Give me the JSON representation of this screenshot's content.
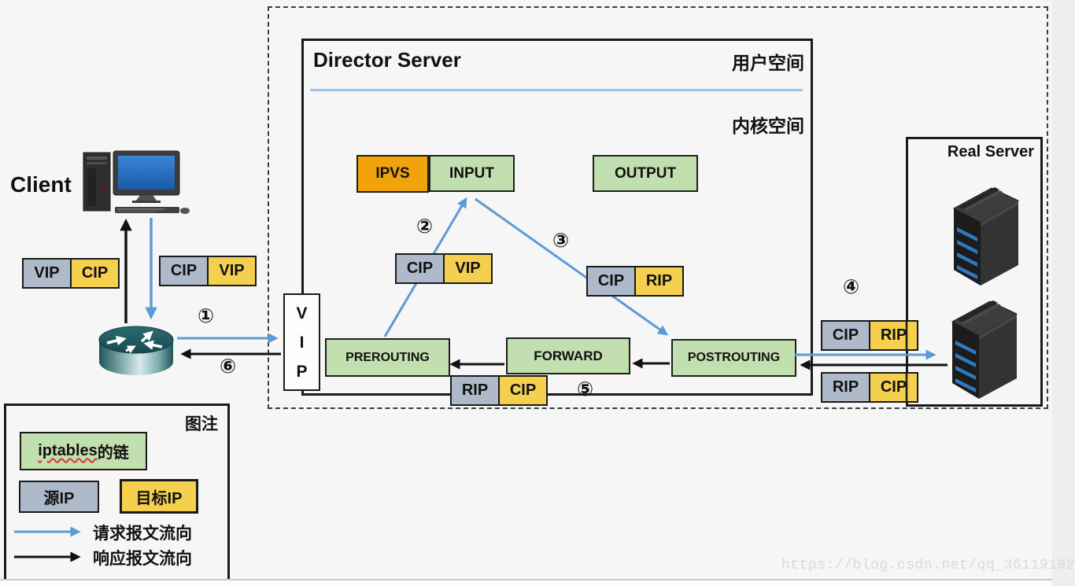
{
  "client": {
    "label": "Client"
  },
  "director": {
    "title": "Director Server",
    "user_space_label": "用户空间",
    "kernel_space_label": "内核空间",
    "vip": {
      "l1": "V",
      "l2": "I",
      "l3": "P"
    },
    "chains": {
      "ipvs": "IPVS",
      "input": "INPUT",
      "output": "OUTPUT",
      "prerouting": "PREROUTING",
      "forward": "FORWARD",
      "postrouting": "POSTROUTING"
    }
  },
  "real_server": {
    "title": "Real Server"
  },
  "packets": {
    "client_response": {
      "src": "VIP",
      "dst": "CIP"
    },
    "client_request": {
      "src": "CIP",
      "dst": "VIP"
    },
    "prerouting_to_input": {
      "src": "CIP",
      "dst": "VIP"
    },
    "input_to_postrouting": {
      "src": "CIP",
      "dst": "RIP"
    },
    "director_response": {
      "src": "RIP",
      "dst": "CIP"
    },
    "to_real_server": {
      "src": "CIP",
      "dst": "RIP"
    },
    "from_real_server": {
      "src": "RIP",
      "dst": "CIP"
    }
  },
  "steps": {
    "s1": "①",
    "s2": "②",
    "s3": "③",
    "s4": "④",
    "s5": "⑤",
    "s6": "⑥"
  },
  "legend": {
    "title": "图注",
    "iptables_chain_en": "iptables",
    "iptables_chain_cn": "的链",
    "source_ip": "源IP",
    "dest_ip": "目标IP",
    "request_flow": "请求报文流向",
    "response_flow": "响应报文流向"
  },
  "watermark": "https://blog.csdn.net/qq_36119192",
  "colors": {
    "chain_green": "#C2DFAF",
    "ipvs_orange": "#F0A30A",
    "source_grey": "#AEBAC9",
    "dest_yellow": "#F5D04E",
    "request_blue": "#5B9BD5",
    "response_black": "#111111",
    "divider_blue": "#9DC3E6"
  }
}
